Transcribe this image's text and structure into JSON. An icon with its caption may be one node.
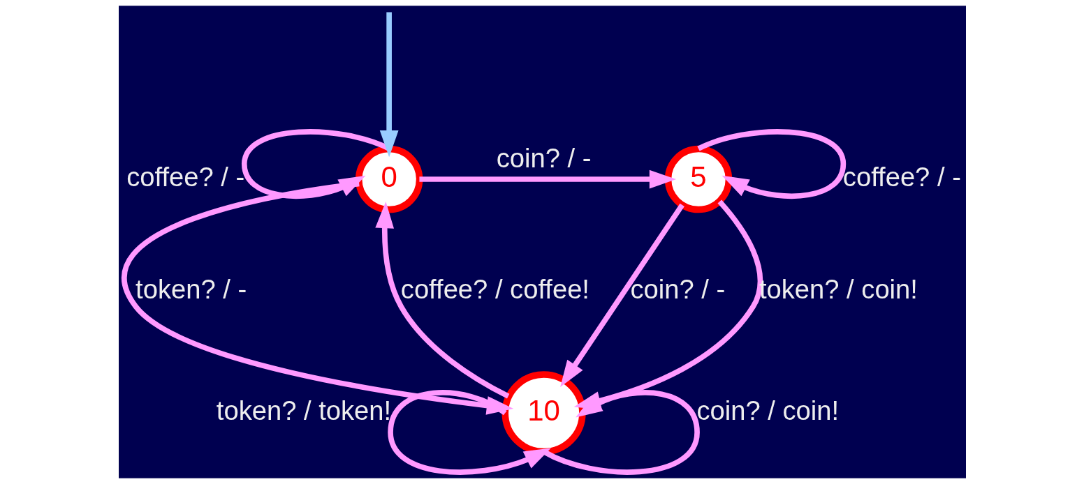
{
  "diagram": {
    "nodes": [
      {
        "text": [
          "0"
        ]
      },
      {
        "text": [
          "5"
        ]
      },
      {
        "text": [
          "10"
        ]
      }
    ],
    "edges": [
      {
        "from": null,
        "to": 0,
        "arrow": "to",
        "color": "#99ccff"
      },
      {
        "from": 0,
        "to": 0,
        "arrow": "to",
        "label": "coffee? / -"
      },
      {
        "from": 0,
        "to": 1,
        "arrow": "to",
        "label": "coin? / -"
      },
      {
        "from": 1,
        "to": 1,
        "arrow": "to",
        "label": "coffee? / -"
      },
      {
        "from": 1,
        "to": 2,
        "arrow": "to",
        "label": "coin? / -"
      },
      {
        "from": 0,
        "to": 2,
        "arrow": "to",
        "label": "token? / -"
      },
      {
        "from": 1,
        "to": 2,
        "arrow": "to",
        "label": "token? / coin!"
      },
      {
        "from": 2,
        "to": 0,
        "arrow": "to",
        "label": "coffee? / coffee!"
      },
      {
        "from": 2,
        "to": 2,
        "arrow": "to",
        "label": "token? / token!"
      },
      {
        "from": 2,
        "to": 2,
        "arrow": "to",
        "label": "coin? / coin!"
      }
    ]
  }
}
